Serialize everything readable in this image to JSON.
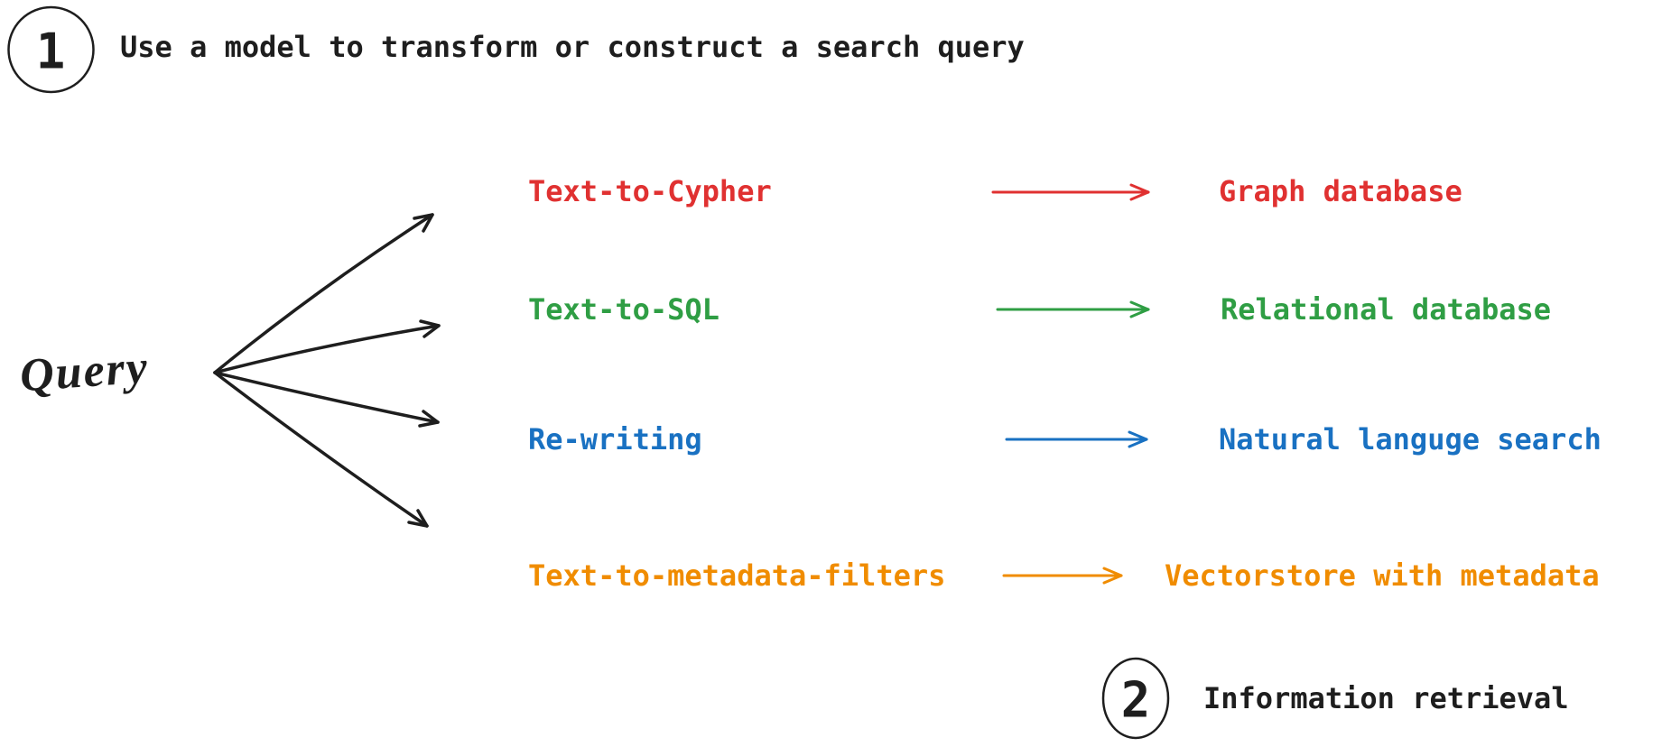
{
  "canvas": {
    "background": "#ffffff",
    "ink_color": "#1e1e1e"
  },
  "steps": [
    {
      "number": "1",
      "label": "Use a model to transform or construct a search query"
    },
    {
      "number": "2",
      "label": "Information retrieval"
    }
  ],
  "query_node": {
    "label": "Query"
  },
  "flows": [
    {
      "method": "Text-to-Cypher",
      "target": "Graph database",
      "color": "#e03131"
    },
    {
      "method": "Text-to-SQL",
      "target": "Relational database",
      "color": "#2f9e44"
    },
    {
      "method": "Re-writing",
      "target": "Natural languge search",
      "color": "#1971c2"
    },
    {
      "method": "Text-to-metadata-filters",
      "target": "Vectorstore with metadata",
      "color": "#f08c00"
    }
  ]
}
